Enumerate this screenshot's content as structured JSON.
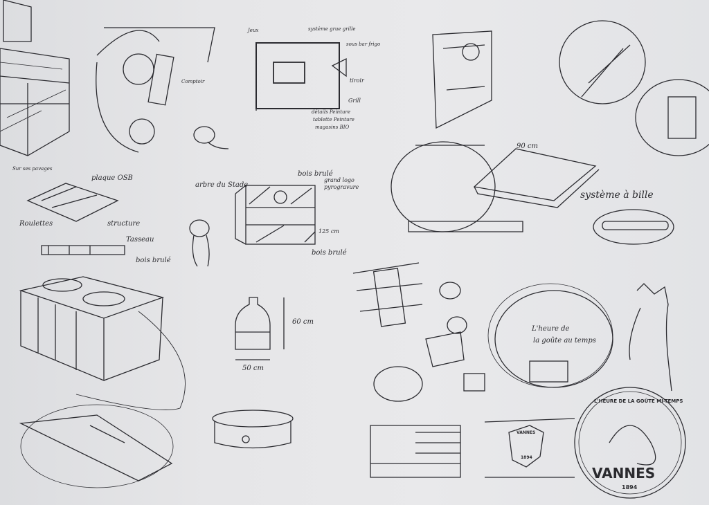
{
  "annotations": {
    "under_counter": "Sur ses pavages",
    "osb_panel": "plaque OSB",
    "structure": "structure",
    "wheels": "Roulettes",
    "batten": "Tasseau",
    "burnt_wood_1": "bois brulé",
    "stadium_tree": "arbre du Stade",
    "burnt_wood_2": "bois brulé",
    "logo_note_1": "grand logo",
    "logo_note_2": "pyrogravure",
    "height_125": "125 cm",
    "burnt_wood_3": "bois brulé",
    "grill_system": "système grue grille",
    "fridge": "sous bar frigo",
    "drawer": "tiroir",
    "grill": "Grill",
    "paint_detail": "détails Peinture",
    "paint_shelf": "tablette Peinture",
    "bio_stores": "magasins BIO",
    "games": "Jeux",
    "counter": "Comptoir",
    "height_60": "60 cm",
    "width_50": "50 cm",
    "width_90": "90 cm",
    "ball_system": "système à bille",
    "slogan_1": "L'heure de",
    "slogan_2": "la goûte au temps",
    "crest_city": "VANNES",
    "crest_year": "1894",
    "badge_arc": "L'HEURE DE LA GOÛTE MI-TEMPS",
    "badge_city": "VANNES",
    "badge_year": "1894"
  },
  "colors": {
    "paper": "#e6e6e8",
    "ink": "#2a2a2e"
  }
}
